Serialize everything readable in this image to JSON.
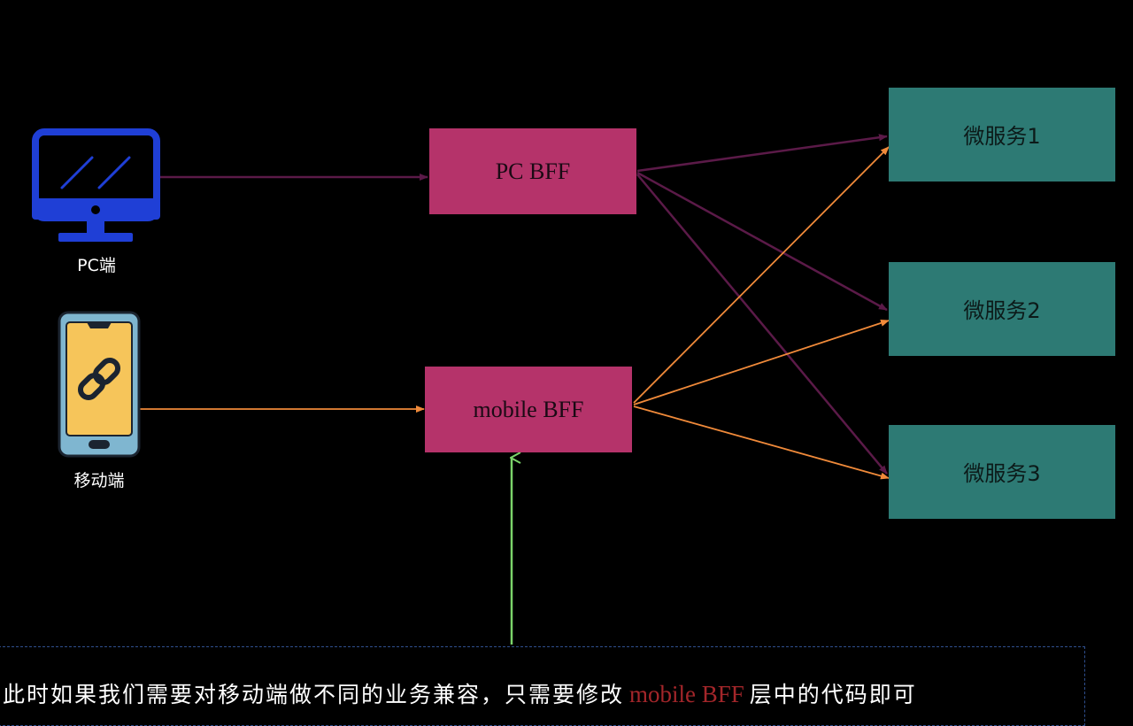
{
  "clients": {
    "pc": {
      "label": "PC端",
      "icon": "monitor-icon"
    },
    "mobile": {
      "label": "移动端",
      "icon": "phone-link-icon"
    }
  },
  "bff": {
    "pc": "PC BFF",
    "mobile": "mobile BFF"
  },
  "services": [
    "微服务1",
    "微服务2",
    "微服务3"
  ],
  "caption": {
    "before": "此时如果我们需要对移动端做不同的业务兼容，只需要修改",
    "highlight": "mobile BFF",
    "after": "层中的代码即可"
  },
  "colors": {
    "background": "#000000",
    "bff_box": "#b5336a",
    "service_box": "#2d7a74",
    "pc_arrow": "#5b1a48",
    "mobile_arrow": "#f08a3a",
    "highlight_arrow": "#7bd36a",
    "monitor_icon": "#1f3fd6",
    "phone_screen": "#f6c55a",
    "caption_highlight": "#a3262a"
  }
}
